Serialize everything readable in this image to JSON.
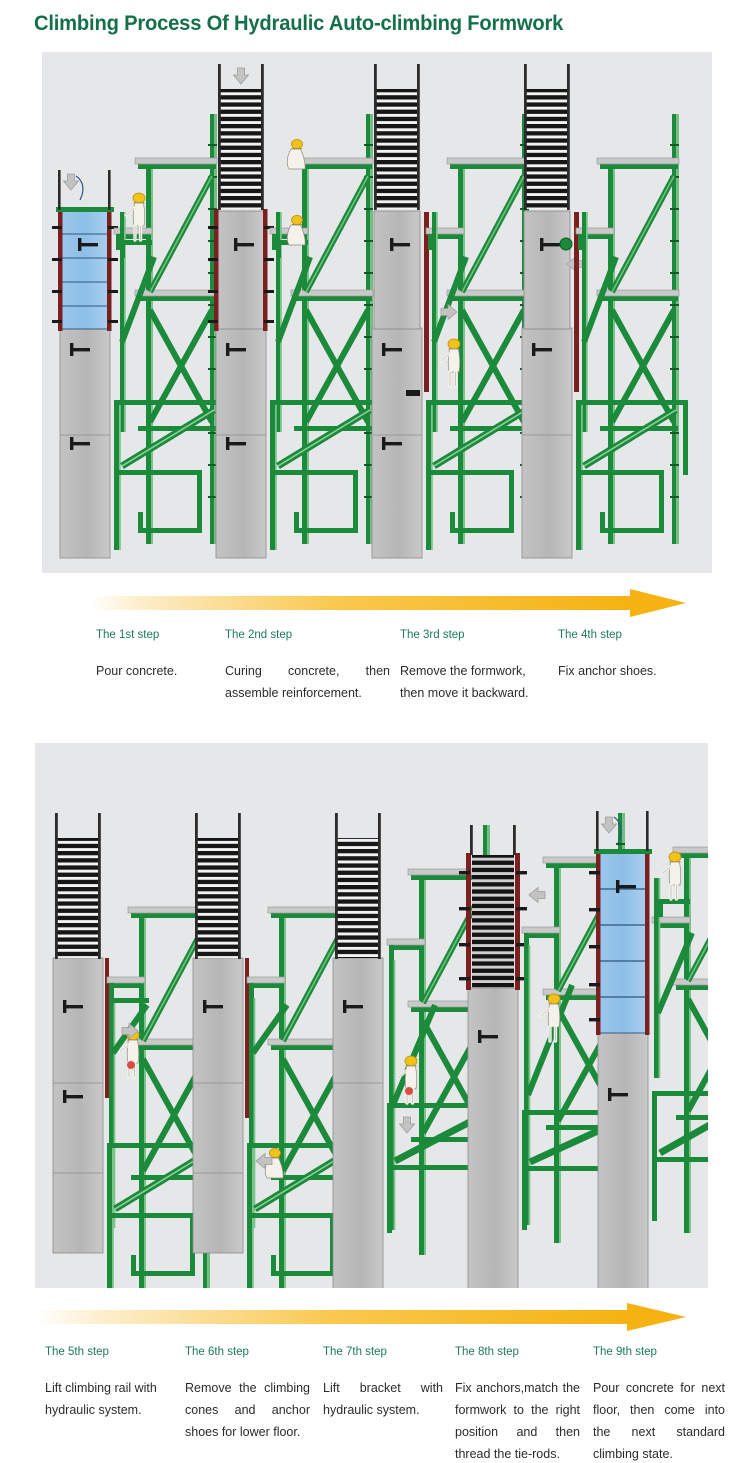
{
  "title": "Climbing Process Of Hydraulic Auto-climbing Formwork",
  "colors": {
    "title_green": "#15704a",
    "step_label_green": "#1f7a5c",
    "body_text": "#2b2b2b",
    "panel_bg": "#e6e7e9",
    "arrow_orange": "#f7b325",
    "arrow_fade": "#ffffff",
    "scaffold_green": "#1b8a3a",
    "scaffold_green_dark": "#0f5c26",
    "concrete_gray": "#b9b9b9",
    "fresh_concrete_blue": "#8fc0e8",
    "formwork_red": "#7a2020",
    "rebar_black": "#1a1a1a",
    "helmet_yellow": "#f2c21a",
    "worker_white": "#f4f2ea",
    "platform_gray": "#c9c9c9"
  },
  "panels": {
    "top": {
      "name": "top-diagram-panel",
      "stage_count": 4,
      "stages": [
        {
          "id": "stage-1",
          "state": "fresh concrete poured",
          "pour_color": "fresh_concrete_blue",
          "has_worker": true,
          "worker_count": 1,
          "rebar": false
        },
        {
          "id": "stage-2",
          "state": "concrete cured, reinforcement assembled",
          "pour_color": "concrete_gray",
          "has_worker": true,
          "worker_count": 2,
          "rebar": true
        },
        {
          "id": "stage-3",
          "state": "formwork removed and moved backward",
          "pour_color": "concrete_gray",
          "has_worker": true,
          "worker_count": 1,
          "rebar": true
        },
        {
          "id": "stage-4",
          "state": "anchor shoes fixed",
          "pour_color": "concrete_gray",
          "has_worker": false,
          "worker_count": 0,
          "rebar": true
        }
      ]
    },
    "bottom": {
      "name": "bottom-diagram-panel",
      "stage_count": 5,
      "stages": [
        {
          "id": "stage-5",
          "state": "climbing rail lifted with hydraulic system",
          "pour_color": "concrete_gray",
          "has_worker": true,
          "worker_count": 1,
          "rebar": true
        },
        {
          "id": "stage-6",
          "state": "climbing cones and anchor shoes removed",
          "pour_color": "concrete_gray",
          "has_worker": true,
          "worker_count": 1,
          "rebar": true
        },
        {
          "id": "stage-7",
          "state": "bracket lifted with hydraulic system",
          "pour_color": "concrete_gray",
          "has_worker": true,
          "worker_count": 1,
          "rebar": true
        },
        {
          "id": "stage-8",
          "state": "anchors fixed, formwork matched, tie-rods threaded",
          "pour_color": "concrete_gray",
          "has_worker": true,
          "worker_count": 1,
          "rebar": true
        },
        {
          "id": "stage-9",
          "state": "concrete poured for next floor",
          "pour_color": "fresh_concrete_blue",
          "has_worker": true,
          "worker_count": 1,
          "rebar": false
        }
      ]
    }
  },
  "arrows": {
    "top": {
      "name": "process-arrow-top",
      "direction": "right"
    },
    "bottom": {
      "name": "process-arrow-bottom",
      "direction": "right"
    }
  },
  "steps_top": [
    {
      "label": "The 1st step",
      "desc": "Pour concrete."
    },
    {
      "label": "The 2nd step",
      "desc": "Curing concrete, then assemble reinforcement."
    },
    {
      "label": "The 3rd step",
      "desc": "Remove the formwork, then move it backward."
    },
    {
      "label": "The 4th step",
      "desc": "Fix anchor shoes."
    }
  ],
  "steps_bottom": [
    {
      "label": "The 5th step",
      "desc": "Lift climbing rail with hydraulic system."
    },
    {
      "label": "The 6th step",
      "desc": "Remove the climbing cones and anchor shoes for lower floor."
    },
    {
      "label": "The 7th step",
      "desc": "Lift bracket with hydraulic system."
    },
    {
      "label": "The 8th step",
      "desc": "Fix anchors,match the formwork to the right position and then thread the tie-rods."
    },
    {
      "label": "The 9th step",
      "desc": "Pour concrete for next floor, then come into the next standard climbing state."
    }
  ]
}
